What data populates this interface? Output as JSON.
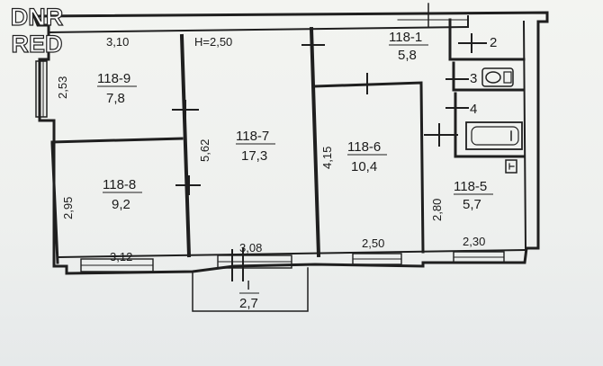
{
  "plan": {
    "height_note": "H=2,50",
    "rooms": [
      {
        "id": "118-9",
        "area": "7,8"
      },
      {
        "id": "118-8",
        "area": "9,2"
      },
      {
        "id": "118-7",
        "area": "17,3"
      },
      {
        "id": "118-6",
        "area": "10,4"
      },
      {
        "id": "118-1",
        "area": "5,8"
      },
      {
        "id": "118-5",
        "area": "5,7"
      }
    ],
    "small_rooms": [
      "2",
      "3",
      "4"
    ],
    "balcony": {
      "id": "I",
      "area": "2,7"
    },
    "dimensions": {
      "top_left": "3,10",
      "left_upper": "2,53",
      "left_lower": "2,95",
      "bottom_left": "3,12",
      "room7_height": "5,62",
      "bottom_middle": "3,08",
      "room6_height": "4,15",
      "bottom_right1": "2,50",
      "room5_height": "2,80",
      "bottom_right2": "2,30"
    }
  },
  "watermark": {
    "line1": "DNR",
    "line2": "RED",
    "color": "#ffffff",
    "outline": "#222222"
  }
}
